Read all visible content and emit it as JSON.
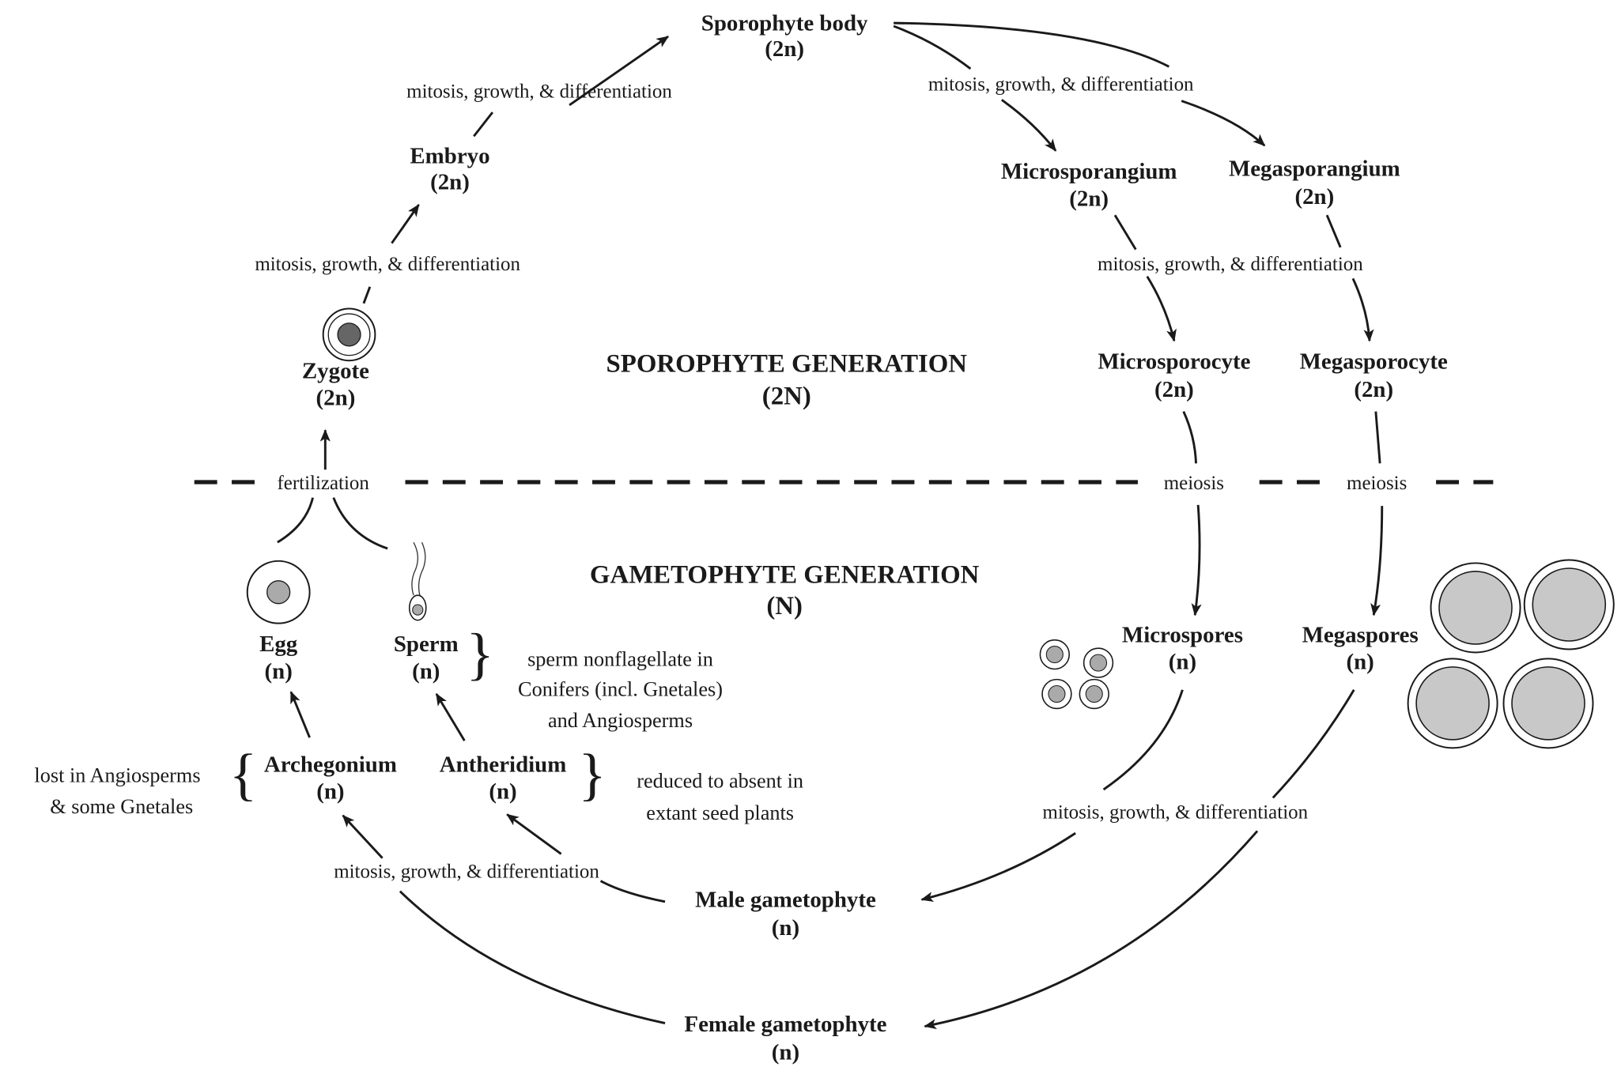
{
  "sporophyte": {
    "label": "Sporophyte body",
    "ploidy": "(2n)"
  },
  "embryo": {
    "label": "Embryo",
    "ploidy": "(2n)"
  },
  "zygote": {
    "label": "Zygote",
    "ploidy": "(2n)"
  },
  "microsporangium": {
    "label": "Microsporangium",
    "ploidy": "(2n)"
  },
  "megasporangium": {
    "label": "Megasporangium",
    "ploidy": "(2n)"
  },
  "microsporocyte": {
    "label": "Microsporocyte",
    "ploidy": "(2n)"
  },
  "megasporocyte": {
    "label": "Megasporocyte",
    "ploidy": "(2n)"
  },
  "microspores": {
    "label": "Microspores",
    "ploidy": "(n)"
  },
  "megaspores": {
    "label": "Megaspores",
    "ploidy": "(n)"
  },
  "egg": {
    "label": "Egg",
    "ploidy": "(n)"
  },
  "sperm": {
    "label": "Sperm",
    "ploidy": "(n)",
    "note": [
      "sperm nonflagellate in",
      "Conifers (incl. Gnetales)",
      "and Angiosperms"
    ]
  },
  "archegonium": {
    "label": "Archegonium",
    "ploidy": "(n)",
    "note": [
      "lost in Angiosperms",
      "& some Gnetales"
    ]
  },
  "antheridium": {
    "label": "Antheridium",
    "ploidy": "(n)",
    "note": [
      "reduced to absent in",
      "extant seed plants"
    ]
  },
  "male_gametophyte": {
    "label": "Male gametophyte",
    "ploidy": "(n)"
  },
  "female_gametophyte": {
    "label": "Female gametophyte",
    "ploidy": "(n)"
  },
  "generations": {
    "sporophyte": {
      "label": "SPOROPHYTE GENERATION",
      "ploidy": "(2N)"
    },
    "gametophyte": {
      "label": "GAMETOPHYTE GENERATION",
      "ploidy": "(N)"
    }
  },
  "processes": {
    "mitosis": "mitosis, growth, & differentiation",
    "fertilization": "fertilization",
    "meiosis": "meiosis"
  }
}
